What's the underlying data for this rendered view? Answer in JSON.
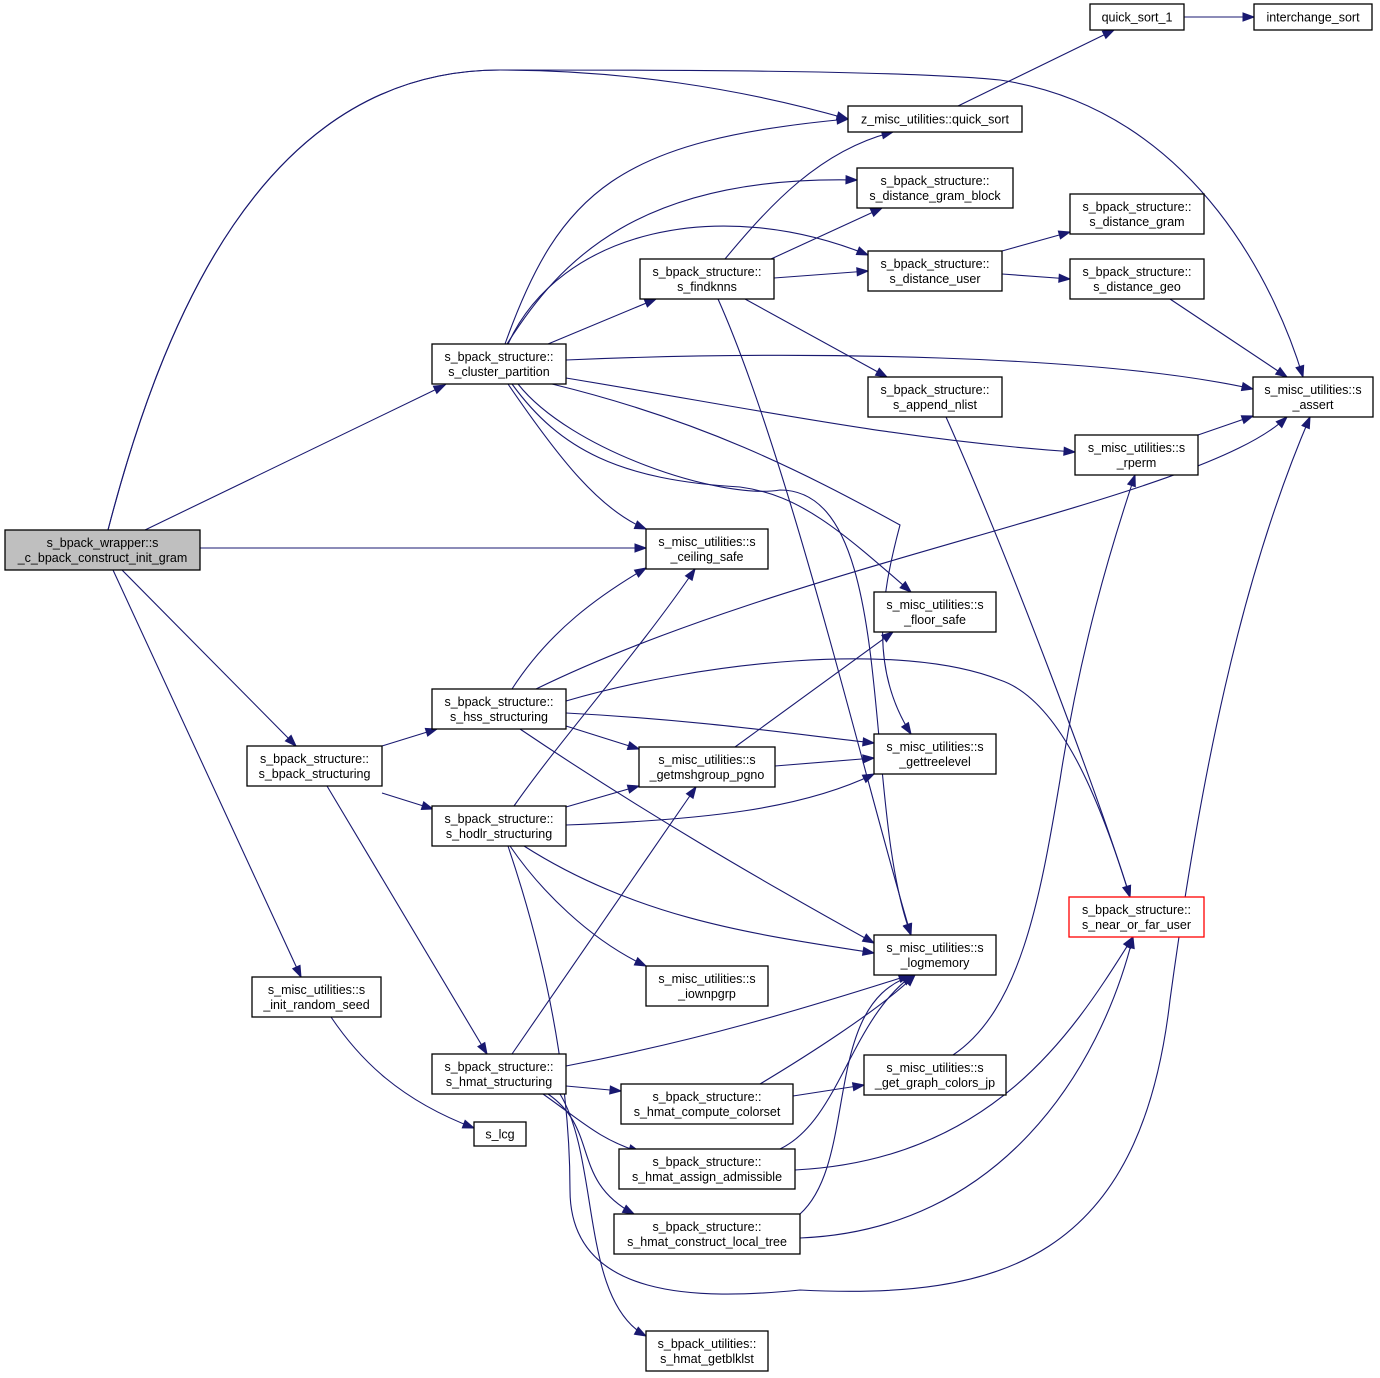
{
  "colors": {
    "edge": "#191970",
    "root_fill": "#bfbfbf",
    "truncated_border": "#ff0000",
    "node_border": "#000000"
  },
  "nodes": {
    "root": {
      "lines": [
        "s_bpack_wrapper::s",
        "_c_bpack_construct_init_gram"
      ]
    },
    "cluster_partition": {
      "lines": [
        "s_bpack_structure::",
        "s_cluster_partition"
      ]
    },
    "bpack_structuring": {
      "lines": [
        "s_bpack_structure::",
        "s_bpack_structuring"
      ]
    },
    "init_random_seed": {
      "lines": [
        "s_misc_utilities::s",
        "_init_random_seed"
      ]
    },
    "hss_structuring": {
      "lines": [
        "s_bpack_structure::",
        "s_hss_structuring"
      ]
    },
    "hodlr_structuring": {
      "lines": [
        "s_bpack_structure::",
        "s_hodlr_structuring"
      ]
    },
    "hmat_structuring": {
      "lines": [
        "s_bpack_structure::",
        "s_hmat_structuring"
      ]
    },
    "lcg": {
      "lines": [
        "s_lcg"
      ]
    },
    "findknns": {
      "lines": [
        "s_bpack_structure::",
        "s_findknns"
      ]
    },
    "quick_sort": {
      "lines": [
        "z_misc_utilities::quick_sort"
      ]
    },
    "distance_gram_block": {
      "lines": [
        "s_bpack_structure::",
        "s_distance_gram_block"
      ]
    },
    "distance_user": {
      "lines": [
        "s_bpack_structure::",
        "s_distance_user"
      ]
    },
    "append_nlist": {
      "lines": [
        "s_bpack_structure::",
        "s_append_nlist"
      ]
    },
    "ceiling_safe": {
      "lines": [
        "s_misc_utilities::s",
        "_ceiling_safe"
      ]
    },
    "floor_safe": {
      "lines": [
        "s_misc_utilities::s",
        "_floor_safe"
      ]
    },
    "gettreelevel": {
      "lines": [
        "s_misc_utilities::s",
        "_gettreelevel"
      ]
    },
    "getmshgroup_pgno": {
      "lines": [
        "s_misc_utilities::s",
        "_getmshgroup_pgno"
      ]
    },
    "logmemory": {
      "lines": [
        "s_misc_utilities::s",
        "_logmemory"
      ]
    },
    "iownpgrp": {
      "lines": [
        "s_misc_utilities::s",
        "_iownpgrp"
      ]
    },
    "hmat_compute_colorset": {
      "lines": [
        "s_bpack_structure::",
        "s_hmat_compute_colorset"
      ]
    },
    "get_graph_colors_jp": {
      "lines": [
        "s_misc_utilities::s",
        "_get_graph_colors_jp"
      ]
    },
    "hmat_assign_admissible": {
      "lines": [
        "s_bpack_structure::",
        "s_hmat_assign_admissible"
      ]
    },
    "hmat_construct_local_tree": {
      "lines": [
        "s_bpack_structure::",
        "s_hmat_construct_local_tree"
      ]
    },
    "hmat_getblklst": {
      "lines": [
        "s_bpack_utilities::",
        "s_hmat_getblklst"
      ]
    },
    "quick_sort_1": {
      "lines": [
        "quick_sort_1"
      ]
    },
    "interchange_sort": {
      "lines": [
        "interchange_sort"
      ]
    },
    "distance_gram": {
      "lines": [
        "s_bpack_structure::",
        "s_distance_gram"
      ]
    },
    "distance_geo": {
      "lines": [
        "s_bpack_structure::",
        "s_distance_geo"
      ]
    },
    "assert": {
      "lines": [
        "s_misc_utilities::s",
        "_assert"
      ]
    },
    "rperm": {
      "lines": [
        "s_misc_utilities::s",
        "_rperm"
      ]
    },
    "near_or_far_user": {
      "lines": [
        "s_bpack_structure::",
        "s_near_or_far_user"
      ]
    }
  },
  "edges": [
    [
      "root",
      "cluster_partition"
    ],
    [
      "root",
      "bpack_structuring"
    ],
    [
      "root",
      "init_random_seed"
    ],
    [
      "root",
      "ceiling_safe"
    ],
    [
      "root",
      "quick_sort"
    ],
    [
      "root",
      "assert"
    ],
    [
      "cluster_partition",
      "quick_sort"
    ],
    [
      "cluster_partition",
      "distance_gram_block"
    ],
    [
      "cluster_partition",
      "distance_user"
    ],
    [
      "cluster_partition",
      "findknns"
    ],
    [
      "cluster_partition",
      "assert"
    ],
    [
      "cluster_partition",
      "rperm"
    ],
    [
      "cluster_partition",
      "ceiling_safe"
    ],
    [
      "cluster_partition",
      "floor_safe"
    ],
    [
      "cluster_partition",
      "gettreelevel"
    ],
    [
      "cluster_partition",
      "logmemory"
    ],
    [
      "findknns",
      "quick_sort"
    ],
    [
      "findknns",
      "distance_gram_block"
    ],
    [
      "findknns",
      "distance_user"
    ],
    [
      "findknns",
      "append_nlist"
    ],
    [
      "findknns",
      "logmemory"
    ],
    [
      "quick_sort",
      "quick_sort_1"
    ],
    [
      "quick_sort_1",
      "interchange_sort"
    ],
    [
      "distance_user",
      "distance_gram"
    ],
    [
      "distance_user",
      "distance_geo"
    ],
    [
      "distance_geo",
      "assert"
    ],
    [
      "rperm",
      "assert"
    ],
    [
      "append_nlist",
      "near_or_far_user"
    ],
    [
      "bpack_structuring",
      "hss_structuring"
    ],
    [
      "bpack_structuring",
      "hodlr_structuring"
    ],
    [
      "bpack_structuring",
      "hmat_structuring"
    ],
    [
      "hss_structuring",
      "ceiling_safe"
    ],
    [
      "hss_structuring",
      "assert"
    ],
    [
      "hss_structuring",
      "getmshgroup_pgno"
    ],
    [
      "hss_structuring",
      "gettreelevel"
    ],
    [
      "hss_structuring",
      "logmemory"
    ],
    [
      "hss_structuring",
      "near_or_far_user"
    ],
    [
      "hodlr_structuring",
      "ceiling_safe"
    ],
    [
      "hodlr_structuring",
      "getmshgroup_pgno"
    ],
    [
      "hodlr_structuring",
      "gettreelevel"
    ],
    [
      "hodlr_structuring",
      "logmemory"
    ],
    [
      "hodlr_structuring",
      "iownpgrp"
    ],
    [
      "hodlr_structuring",
      "assert"
    ],
    [
      "getmshgroup_pgno",
      "floor_safe"
    ],
    [
      "getmshgroup_pgno",
      "gettreelevel"
    ],
    [
      "init_random_seed",
      "lcg"
    ],
    [
      "hmat_structuring",
      "getmshgroup_pgno"
    ],
    [
      "hmat_structuring",
      "logmemory"
    ],
    [
      "hmat_structuring",
      "hmat_compute_colorset"
    ],
    [
      "hmat_structuring",
      "hmat_assign_admissible"
    ],
    [
      "hmat_structuring",
      "hmat_construct_local_tree"
    ],
    [
      "hmat_structuring",
      "hmat_getblklst"
    ],
    [
      "hmat_compute_colorset",
      "get_graph_colors_jp"
    ],
    [
      "hmat_compute_colorset",
      "logmemory"
    ],
    [
      "get_graph_colors_jp",
      "rperm"
    ],
    [
      "hmat_assign_admissible",
      "logmemory"
    ],
    [
      "hmat_assign_admissible",
      "near_or_far_user"
    ],
    [
      "hmat_construct_local_tree",
      "logmemory"
    ],
    [
      "hmat_construct_local_tree",
      "near_or_far_user"
    ]
  ]
}
